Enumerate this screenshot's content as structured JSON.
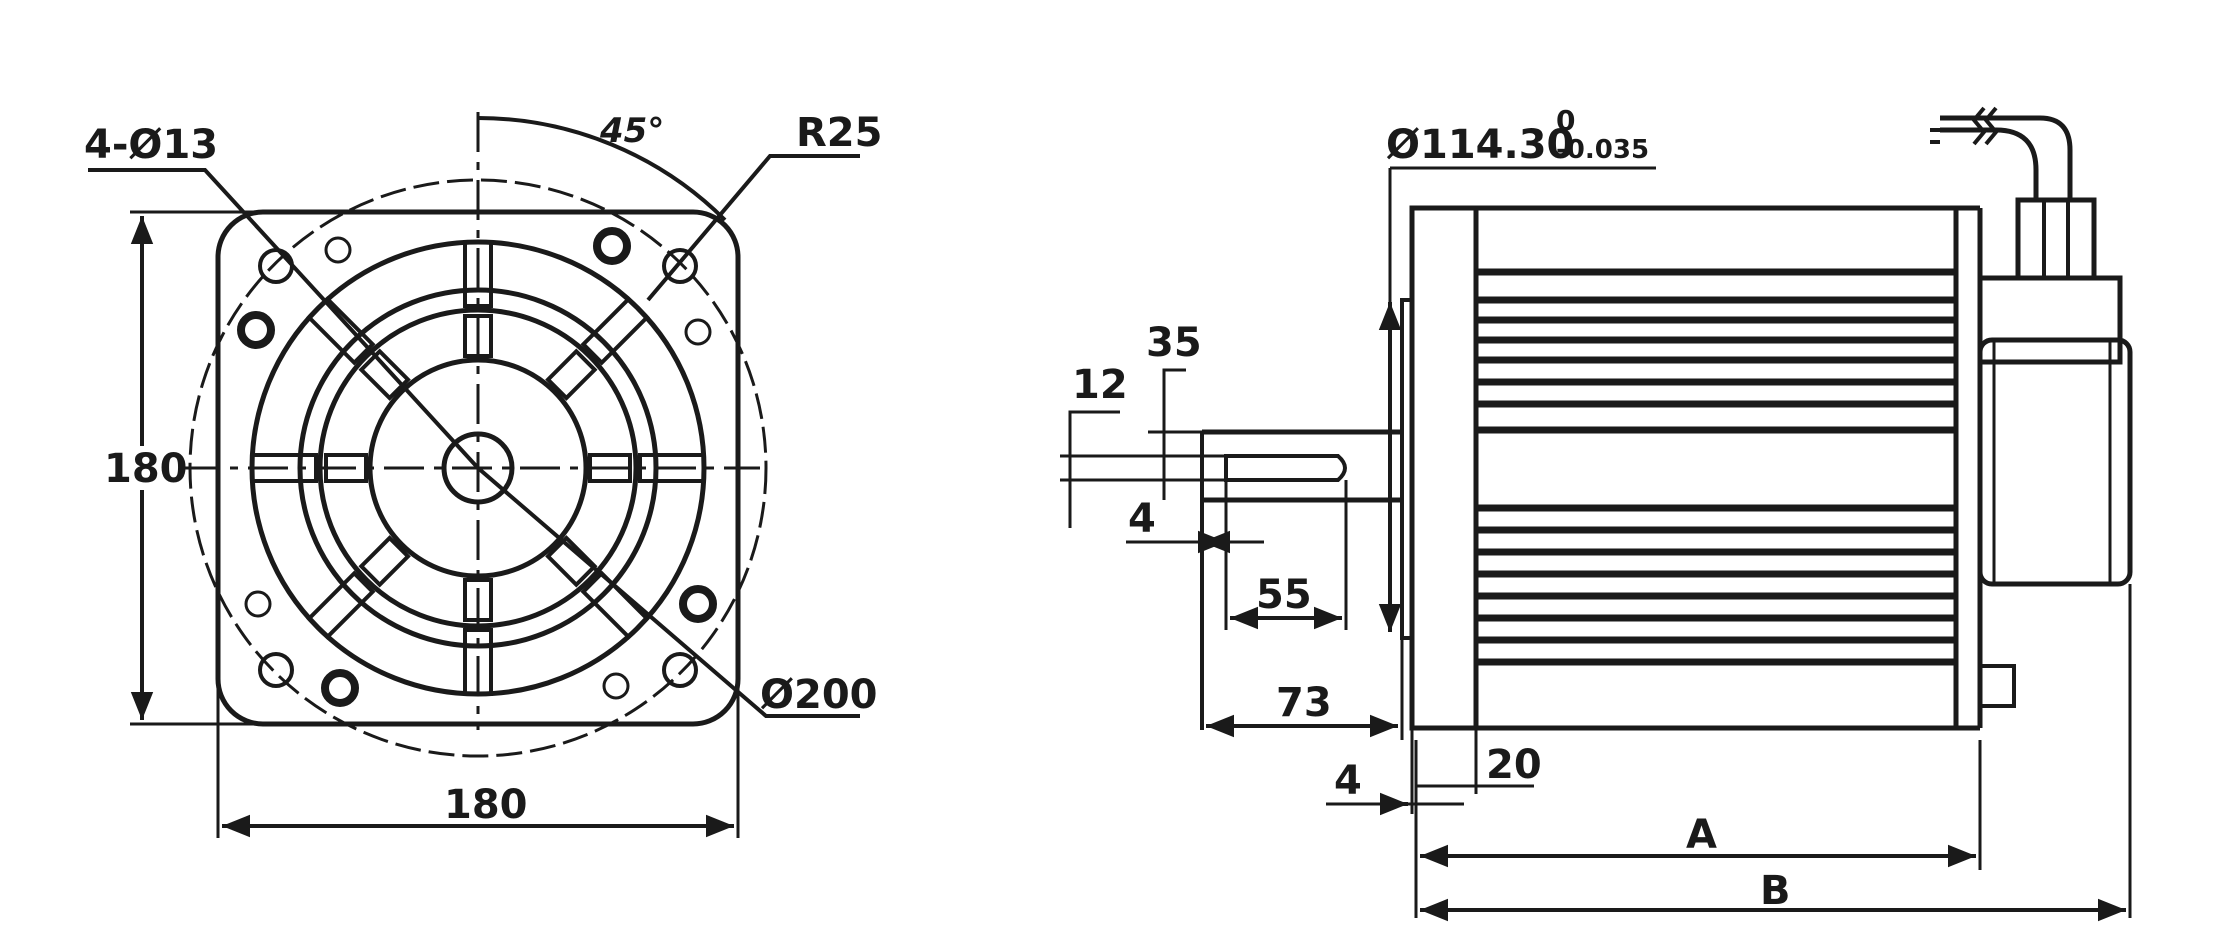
{
  "colors": {
    "ink": "#1a1a1a",
    "paper": "#ffffff"
  },
  "front_view": {
    "holes_label": "4-Ø13",
    "angle_label": "45°",
    "radius_label": "R25",
    "height_label": "180",
    "width_label": "180",
    "circle_label": "Ø200"
  },
  "side_view": {
    "shaft_diameter_label": "Ø114.30",
    "tolerance_upper": "0",
    "tolerance_lower": "-0.035",
    "key_width_label": "12",
    "key_depth_label": "35",
    "key_offset_label": "4",
    "key_length_label": "55",
    "shaft_length_label": "73",
    "flange_thickness_label": "4",
    "flange_width_label": "20",
    "body_length_label": "A",
    "total_length_label": "B"
  }
}
